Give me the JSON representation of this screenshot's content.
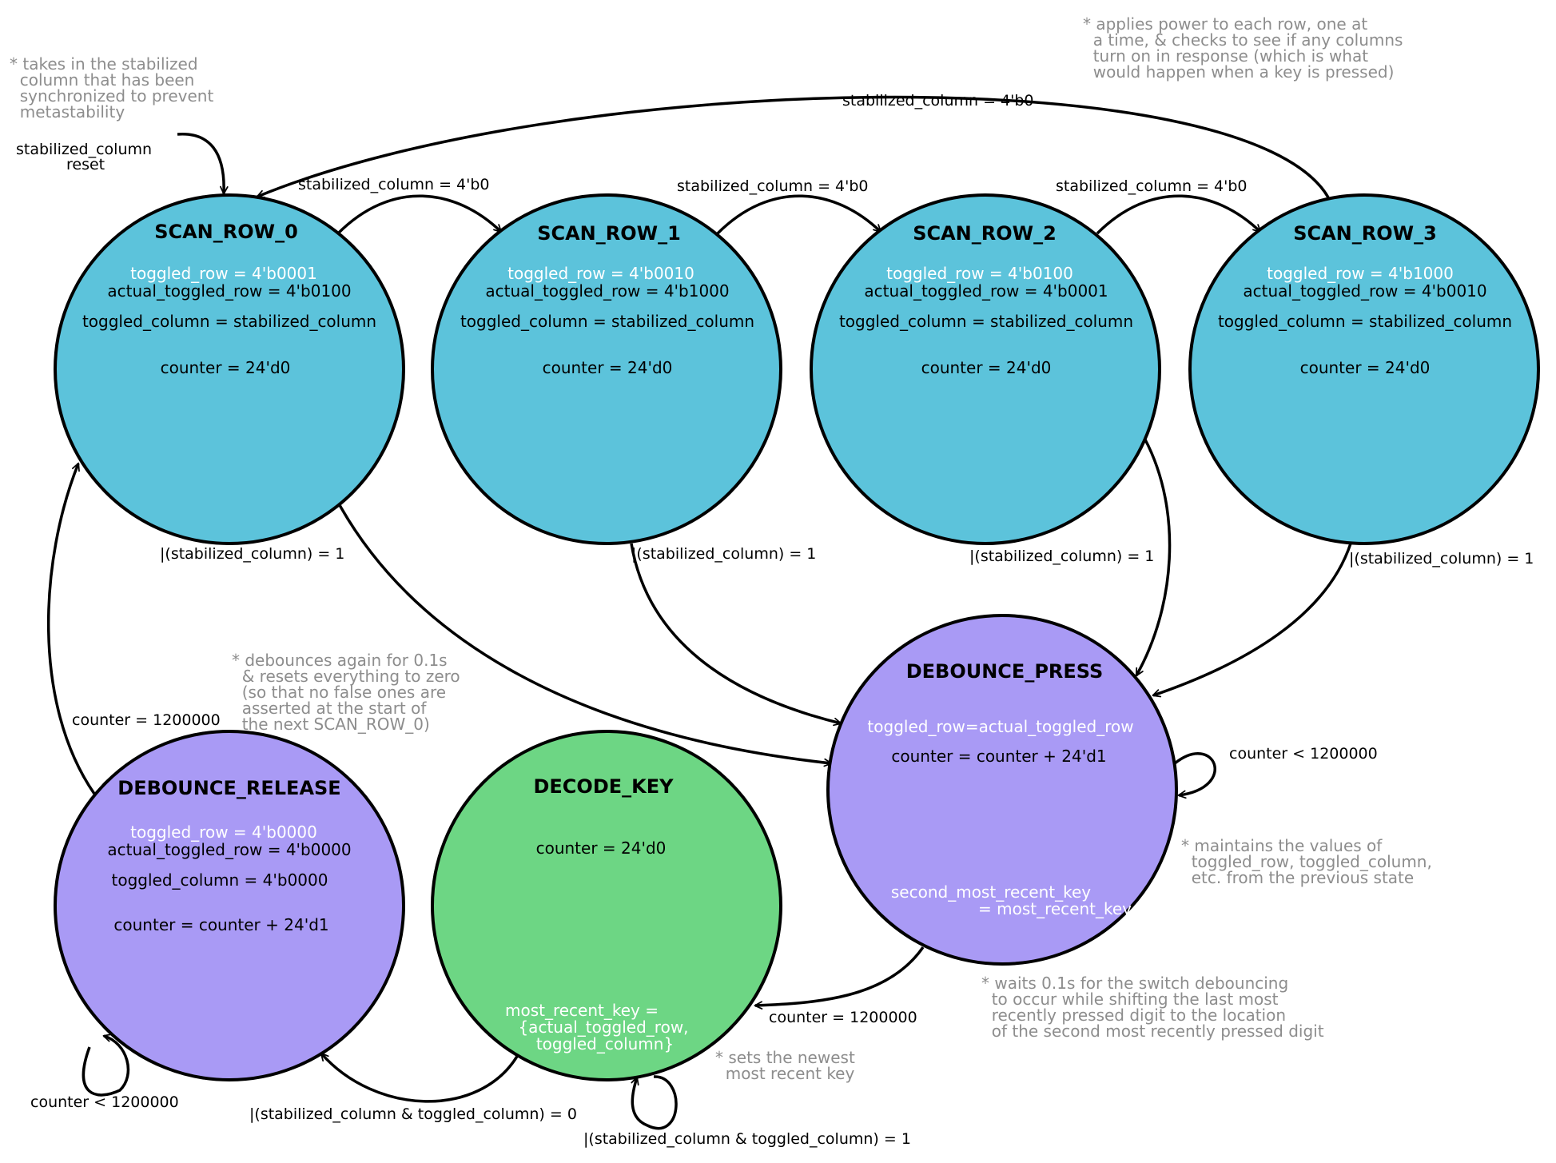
{
  "colors": {
    "scan_state": "#5cc3db",
    "debounce_state": "#a99af5",
    "decode_state": "#6dd684",
    "note_text": "#8d8d8d",
    "outline": "#000000",
    "highlight_text": "#ffffff"
  },
  "states": {
    "scan_row_0": {
      "name": "SCAN_ROW_0",
      "toggled_row": "toggled_row = 4'b0001",
      "actual_toggled_row": "actual_toggled_row = 4'b0100",
      "toggled_column": "toggled_column = stabilized_column",
      "counter": "counter = 24'd0"
    },
    "scan_row_1": {
      "name": "SCAN_ROW_1",
      "toggled_row": "toggled_row = 4'b0010",
      "actual_toggled_row": "actual_toggled_row = 4'b1000",
      "toggled_column": "toggled_column = stabilized_column",
      "counter": "counter = 24'd0"
    },
    "scan_row_2": {
      "name": "SCAN_ROW_2",
      "toggled_row": "toggled_row = 4'b0100",
      "actual_toggled_row": "actual_toggled_row = 4'b0001",
      "toggled_column": "toggled_column = stabilized_column",
      "counter": "counter = 24'd0"
    },
    "scan_row_3": {
      "name": "SCAN_ROW_3",
      "toggled_row": "toggled_row = 4'b1000",
      "actual_toggled_row": "actual_toggled_row = 4'b0010",
      "toggled_column": "toggled_column = stabilized_column",
      "counter": "counter = 24'd0"
    },
    "debounce_press": {
      "name": "DEBOUNCE_PRESS",
      "toggled_row": "toggled_row=actual_toggled_row",
      "counter": "counter = counter + 24'd1",
      "second_key_line1": "second_most_recent_key",
      "second_key_line2": "= most_recent_key"
    },
    "debounce_release": {
      "name": "DEBOUNCE_RELEASE",
      "toggled_row": "toggled_row = 4'b0000",
      "actual_toggled_row": "actual_toggled_row = 4'b0000",
      "toggled_column": "toggled_column = 4'b0000",
      "counter": "counter = counter + 24'd1"
    },
    "decode_key": {
      "name": "DECODE_KEY",
      "counter": "counter = 24'd0",
      "most_recent_line1": "most_recent_key =",
      "most_recent_line2": "{actual_toggled_row,",
      "most_recent_line3": "toggled_column}"
    }
  },
  "transitions": {
    "reset_line1": "stabilized_column",
    "reset_line2": "reset",
    "row0_to_row1": "stabilized_column = 4'b0",
    "row1_to_row2": "stabilized_column = 4'b0",
    "row2_to_row3": "stabilized_column = 4'b0",
    "row3_to_row0": "stabilized_column = 4'b0",
    "row0_to_press": "|(stabilized_column) = 1",
    "row1_to_press": "|(stabilized_column) = 1",
    "row2_to_press": "|(stabilized_column) = 1",
    "row3_to_press": "|(stabilized_column) = 1",
    "press_self": "counter < 1200000",
    "press_to_decode": "counter = 1200000",
    "decode_self": "|(stabilized_column & toggled_column) = 1",
    "decode_to_release": "|(stabilized_column & toggled_column) = 0",
    "release_self": "counter < 1200000",
    "release_to_row0": "counter = 1200000"
  },
  "notes": {
    "stabilized_column": "* takes in the stabilized\n  column that has been\n  synchronized to prevent\n  metastability",
    "scan_rows": "* applies power to each row, one at\n  a time, & checks to see if any columns\n  turn on in response (which is what\n  would happen when a key is pressed)",
    "debounce_release": "* debounces again for 0.1s\n  & resets everything to zero\n  (so that no false ones are\n  asserted at the start of\n  the next SCAN_ROW_0)",
    "debounce_press_maintain": "* maintains the values of\n  toggled_row, toggled_column,\n  etc. from the previous state",
    "debounce_press_wait": "* waits 0.1s for the switch debouncing\n  to occur while shifting the last most\n  recently pressed digit to the location\n  of the second most recently pressed digit",
    "decode_key": "* sets the newest\n  most recent key"
  }
}
